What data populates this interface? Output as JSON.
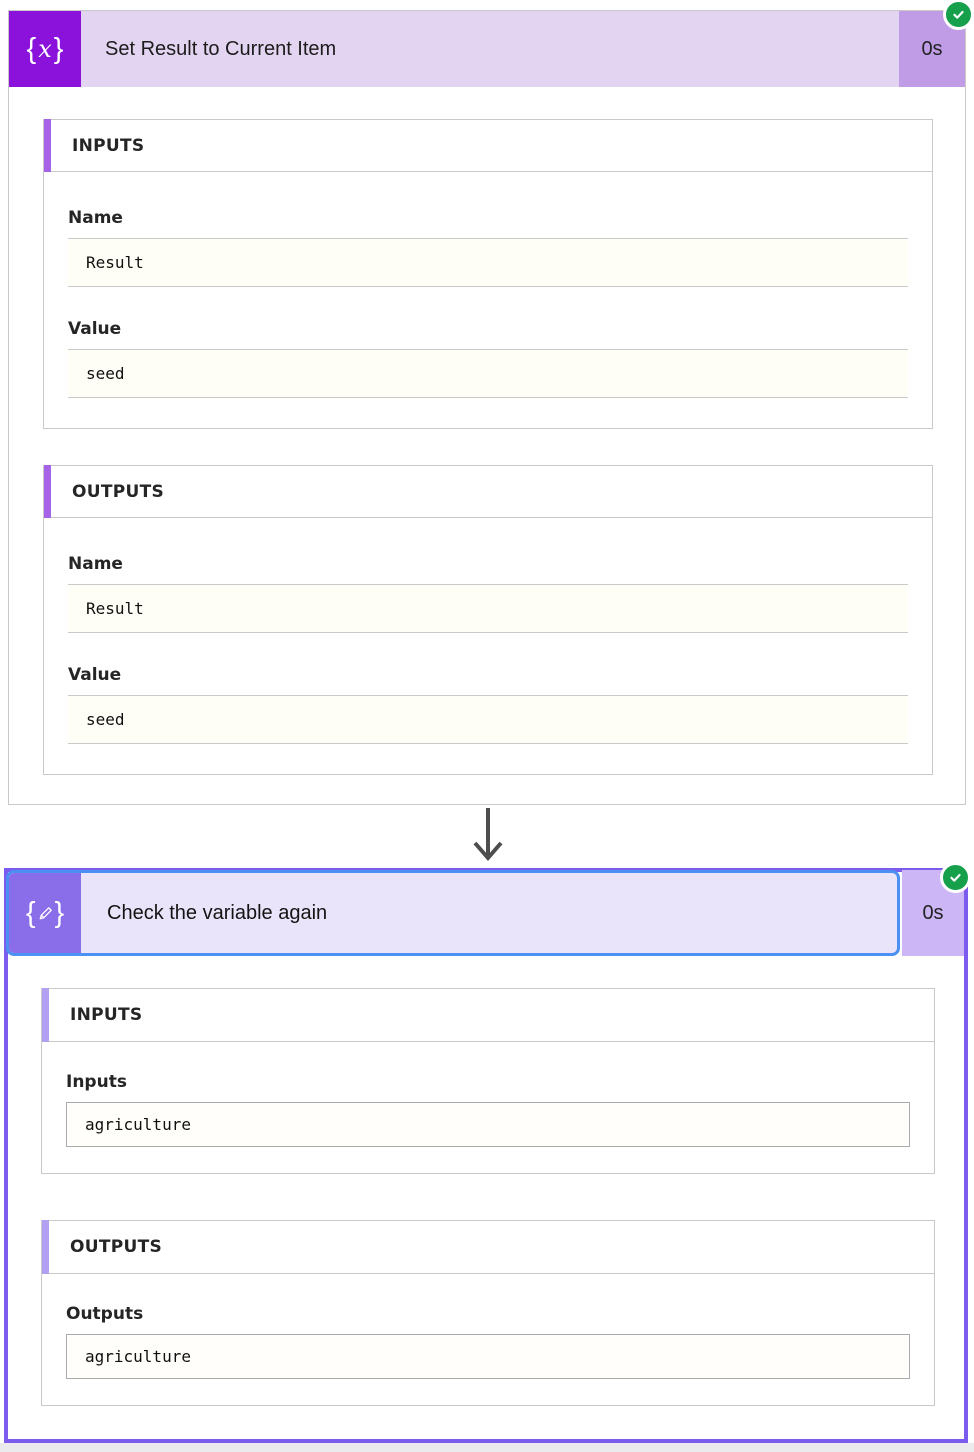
{
  "cards": [
    {
      "title": "Set Result to Current Item",
      "duration": "0s",
      "icon": {
        "name": "set-variable-icon",
        "left": "{",
        "glyph": "x",
        "right": "}"
      },
      "sections": [
        {
          "heading": "INPUTS",
          "fields": [
            {
              "label": "Name",
              "value": "Result"
            },
            {
              "label": "Value",
              "value": "seed"
            }
          ]
        },
        {
          "heading": "OUTPUTS",
          "fields": [
            {
              "label": "Name",
              "value": "Result"
            },
            {
              "label": "Value",
              "value": "seed"
            }
          ]
        }
      ],
      "colors": {
        "icon_bg": "#8a12da",
        "header_bg": "#e3d4f1",
        "duration_bg": "#c09ce6",
        "accent": "#a763e8"
      }
    },
    {
      "title": "Check the variable again",
      "duration": "0s",
      "selected": true,
      "icon": {
        "name": "compose-icon",
        "left": "{",
        "right": "}"
      },
      "sections": [
        {
          "heading": "INPUTS",
          "fields": [
            {
              "label": "Inputs",
              "value": "agriculture"
            }
          ]
        },
        {
          "heading": "OUTPUTS",
          "fields": [
            {
              "label": "Outputs",
              "value": "agriculture"
            }
          ]
        }
      ],
      "colors": {
        "icon_bg": "#8a6de9",
        "header_bg": "#eae4fa",
        "duration_bg": "#ccb6f6",
        "accent": "#b2a0f2",
        "card_border": "#7c5cee",
        "selection_border": "#4b90f2"
      }
    }
  ],
  "status_colors": {
    "success": "#17a04c"
  }
}
